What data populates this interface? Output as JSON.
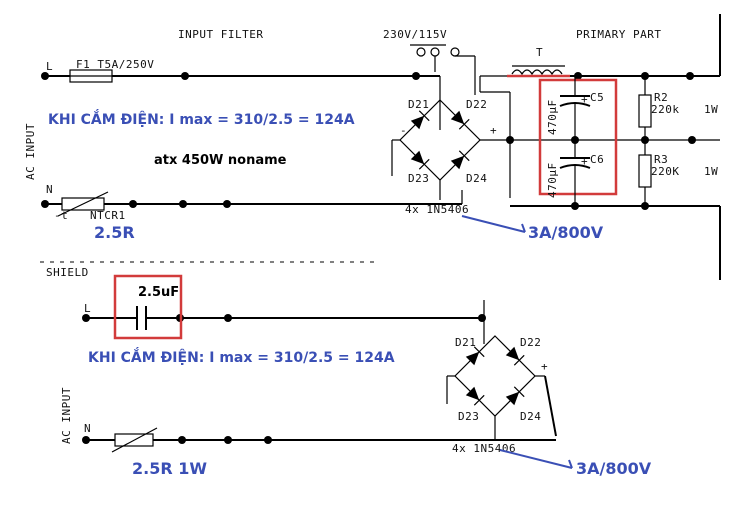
{
  "top": {
    "input_filter": "INPUT FILTER",
    "voltage_select": "230V/115V",
    "primary_part": "PRIMARY PART",
    "transformer": "T",
    "line_label": "L",
    "neutral_label": "N",
    "ac_input": "AC INPUT",
    "fuse": "F1 T5A/250V",
    "ntc": "NTCR1",
    "ntc_t": "-t",
    "diodes": [
      "D21",
      "D22",
      "D23",
      "D24"
    ],
    "bridge_part": "4x 1N5406",
    "c5": "C5",
    "c6": "C6",
    "c5_val": "470µF",
    "c6_val": "470µF",
    "r2": "R2",
    "r3": "R3",
    "r2_val": "220k",
    "r3_val": "220K",
    "r_watt": "1W",
    "shield": "SHIELD",
    "minus": "-",
    "plus": "+"
  },
  "annotations": {
    "note_top": "KHI CẮM ĐIỆN: I max = 310/2.5 = 124A",
    "model": "atx 450W noname",
    "ntc_value": "2.5R",
    "diode_rating_top": "3A/800V",
    "cap_value": "2.5uF",
    "note_bottom": "KHI CẮM ĐIỆN: I max = 310/2.5 = 124A",
    "ntc_value_bottom": "2.5R  1W",
    "diode_rating_bottom": "3A/800V"
  },
  "bottom": {
    "line_label": "L",
    "neutral_label": "N",
    "ac_input": "AC INPUT",
    "diodes": [
      "D21",
      "D22",
      "D23",
      "D24"
    ],
    "bridge_part": "4x 1N5406",
    "plus": "+"
  },
  "colors": {
    "wire": "#000000",
    "highlight": "#d23b3b",
    "note": "#3a4fb5"
  }
}
